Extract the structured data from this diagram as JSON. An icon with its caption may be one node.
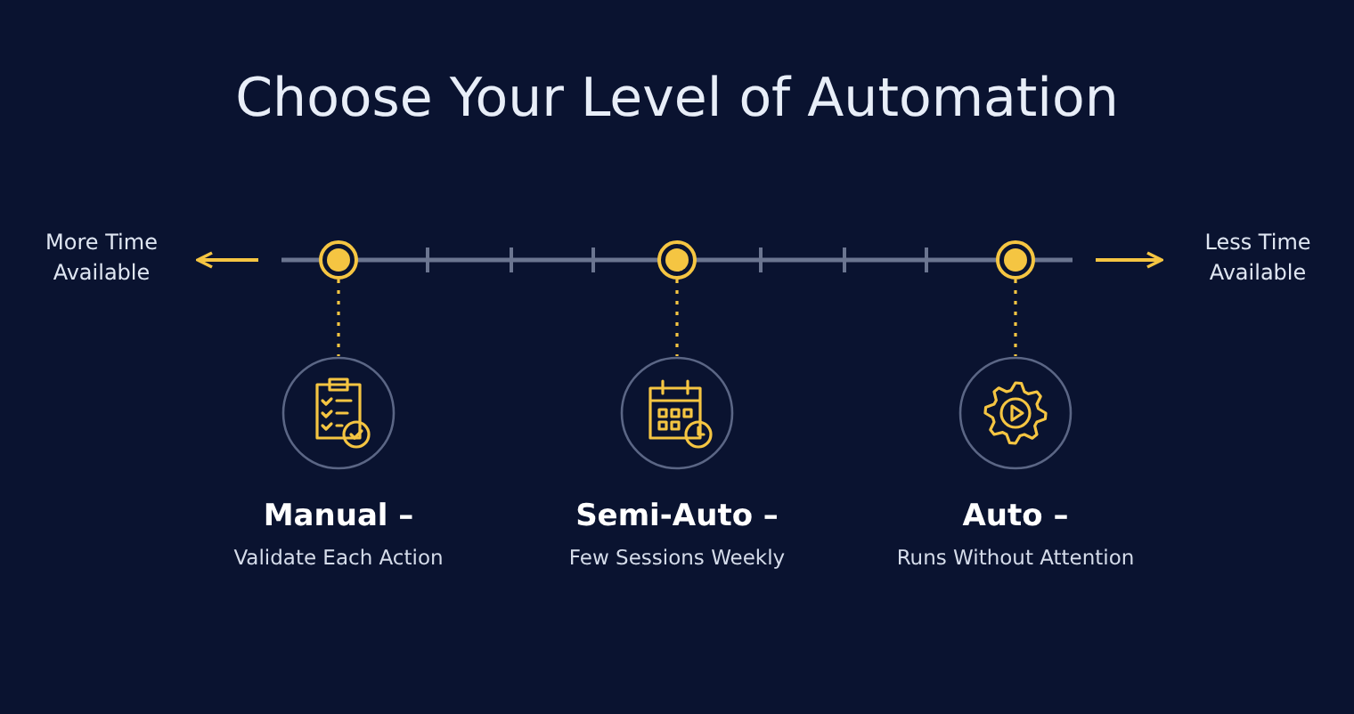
{
  "diagram": {
    "title": "Choose Your Level of Automation",
    "nodes": [
      {
        "text": [],
        "shape": "circle"
      },
      {
        "text": [],
        "shape": "circle"
      },
      {
        "text": [],
        "shape": "circle"
      },
      {
        "text": [
          "Manual –",
          "Validate Each Action"
        ]
      },
      {
        "text": [
          "Semi-Auto –",
          "Few Sessions Weekly"
        ]
      },
      {
        "text": [
          "Auto –",
          "Runs Without Attention"
        ]
      }
    ],
    "edges": [
      {
        "from": 0,
        "to": 3,
        "arrow": "none",
        "style": "dashed"
      },
      {
        "from": 1,
        "to": 4,
        "arrow": "none",
        "style": "dashed"
      },
      {
        "from": 2,
        "to": 5,
        "arrow": "none",
        "style": "dashed"
      }
    ],
    "labels": [
      "More Time Available",
      "Less Time Available"
    ]
  }
}
